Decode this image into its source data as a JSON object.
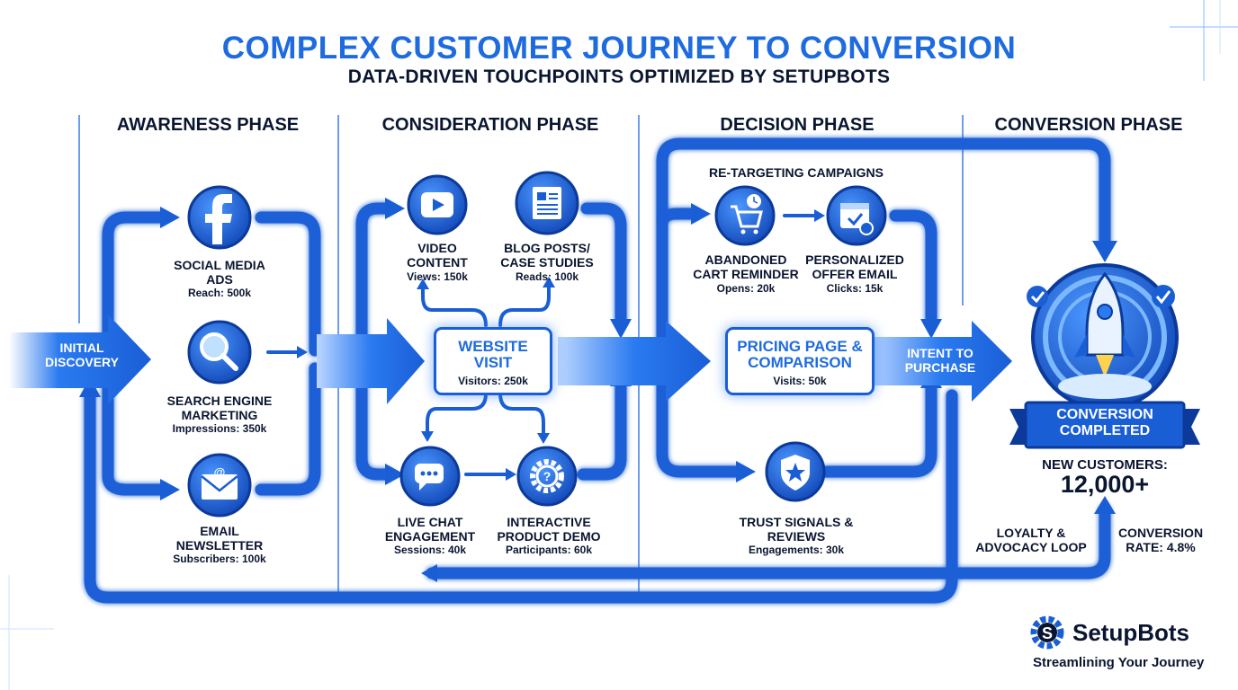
{
  "header": {
    "title": "COMPLEX CUSTOMER JOURNEY TO CONVERSION",
    "subtitle": "DATA-DRIVEN TOUCHPOINTS OPTIMIZED BY SETUPBOTS"
  },
  "phases": {
    "awareness": "AWARENESS PHASE",
    "consideration": "CONSIDERATION PHASE",
    "decision": "DECISION PHASE",
    "conversion": "CONVERSION PHASE"
  },
  "entry": {
    "label": "INITIAL DISCOVERY"
  },
  "awareness": {
    "social": {
      "label": "SOCIAL MEDIA ADS",
      "metric": "Reach: 500k"
    },
    "search": {
      "label": "SEARCH ENGINE MARKETING",
      "metric": "Impressions: 350k"
    },
    "email": {
      "label": "EMAIL NEWSLETTER",
      "metric": "Subscribers: 100k"
    }
  },
  "consideration": {
    "video": {
      "label": "VIDEO CONTENT",
      "metric": "Views: 150k"
    },
    "blog": {
      "label": "BLOG POSTS/ CASE STUDIES",
      "metric": "Reads: 100k"
    },
    "website": {
      "label": "WEBSITE VISIT",
      "metric": "Visitors: 250k"
    },
    "chat": {
      "label": "LIVE CHAT ENGAGEMENT",
      "metric": "Sessions: 40k"
    },
    "demo": {
      "label": "INTERACTIVE PRODUCT DEMO",
      "metric": "Participants: 60k"
    }
  },
  "decision": {
    "retargeting": "RE-TARGETING CAMPAIGNS",
    "cart": {
      "label": "ABANDONED CART REMINDER",
      "metric": "Opens: 20k"
    },
    "offer": {
      "label": "PERSONALIZED OFFER EMAIL",
      "metric": "Clicks: 15k"
    },
    "pricing": {
      "label": "PRICING PAGE & COMPARISON",
      "metric": "Visits: 50k"
    },
    "trust": {
      "label": "TRUST SIGNALS & REVIEWS",
      "metric": "Engagements: 30k"
    },
    "intent": {
      "label": "INTENT TO PURCHASE"
    }
  },
  "conversion": {
    "banner": "CONVERSION COMPLETED",
    "new_customers_label": "NEW CUSTOMERS:",
    "new_customers_value": "12,000+",
    "loyalty": "LOYALTY & ADVOCACY LOOP",
    "rate": "CONVERSION RATE: 4.8%"
  },
  "brand": {
    "name": "SetupBots",
    "tagline": "Streamlining Your Journey"
  },
  "colors": {
    "primary": "#1a5ed6",
    "accent": "#1e6be0",
    "dark": "#0a1530",
    "glow": "#5fa8ff"
  },
  "icons": [
    "facebook-icon",
    "search-icon",
    "envelope-icon",
    "play-icon",
    "document-icon",
    "chat-icon",
    "gear-icon",
    "cart-icon",
    "calendar-check-icon",
    "shield-star-icon",
    "rocket-icon",
    "check-badge-icon",
    "gear-logo-icon"
  ]
}
